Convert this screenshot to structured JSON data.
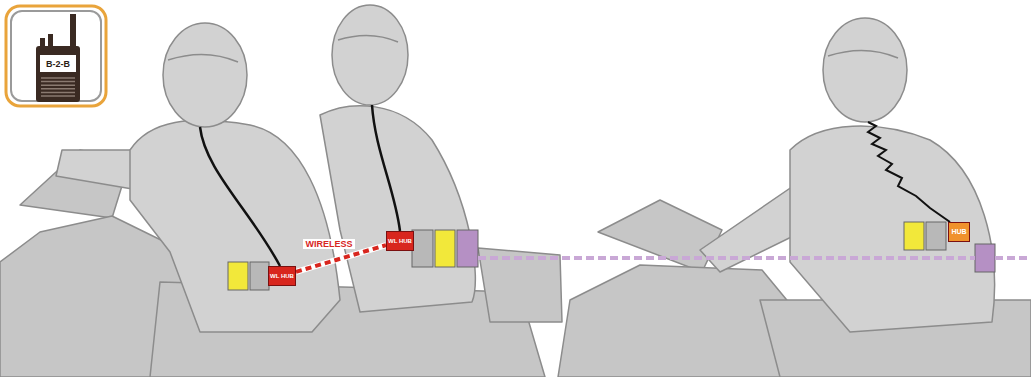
{
  "diagram": {
    "nodes": [
      {
        "text": [
          "WL HUB"
        ]
      },
      {
        "text": [
          "WL HUB"
        ]
      },
      {
        "text": [
          "HUB"
        ]
      }
    ],
    "edges": [
      {
        "from": 0,
        "to": 1,
        "label": "WIRELESS",
        "arrow": "none"
      }
    ],
    "labels": [
      "B-2-B"
    ]
  }
}
